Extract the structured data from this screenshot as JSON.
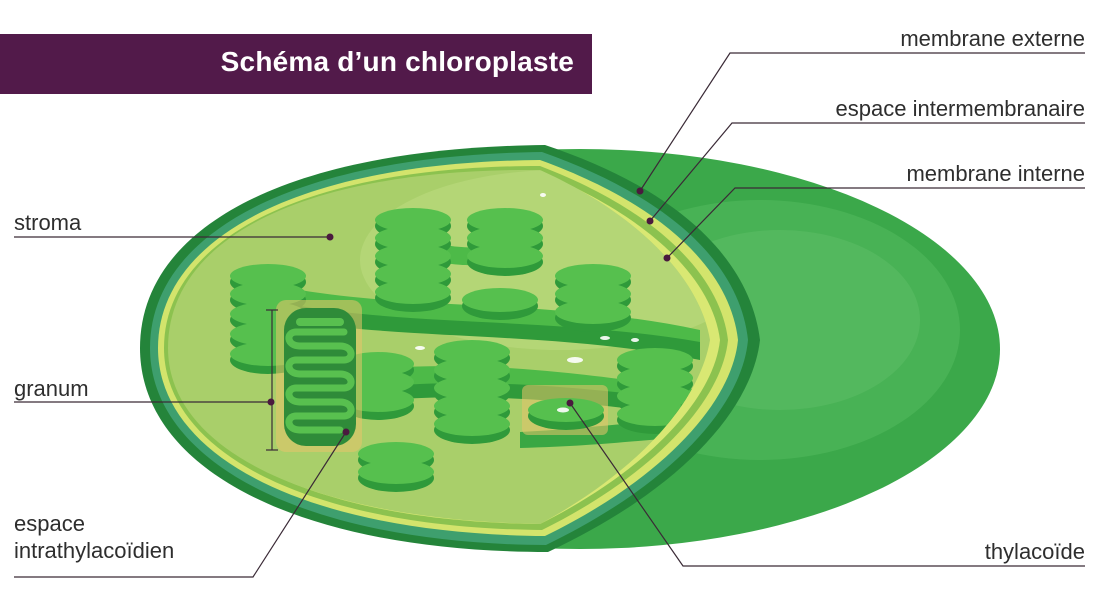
{
  "title": "Schéma d’un chloroplaste",
  "labels": {
    "membrane_externe": "membrane externe",
    "espace_intermembranaire": "espace intermembranaire",
    "membrane_interne": "membrane interne",
    "stroma": "stroma",
    "granum": "granum",
    "espace_intrathylacoidien_1": "espace",
    "espace_intrathylacoidien_2": "intrathylacoïdien",
    "thylacoide": "thylacoïde"
  },
  "colors": {
    "title_bg": "#521a4a",
    "outer_green": "#3ba84a",
    "dark_green": "#24843a",
    "teal_band": "#3e9f6e",
    "yellow_band": "#d3e46c",
    "stroma": "#a9cf6a",
    "thylakoid": "#43ad3f",
    "line": "#3a2a36"
  }
}
